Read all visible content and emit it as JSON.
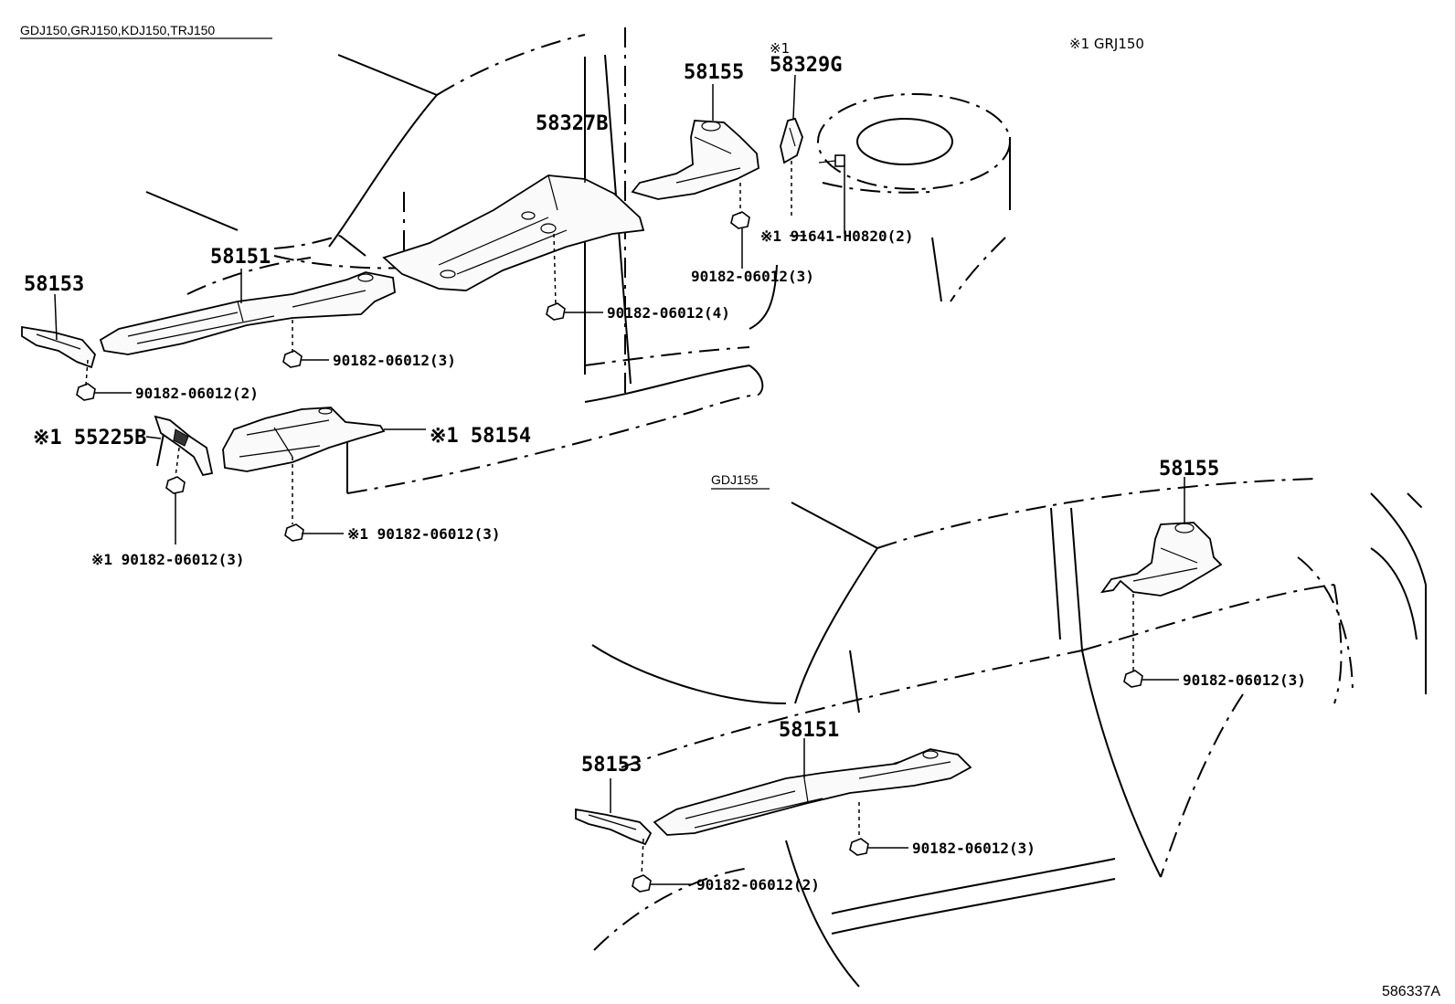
{
  "header": {
    "models_a": "GDJ150,GRJ150,KDJ150,TRJ150",
    "models_b": "GDJ155",
    "note": "※1 GRJ150",
    "figure_id": "586337A"
  },
  "group_a": {
    "p58153": "58153",
    "p58151": "58151",
    "p58327b": "58327B",
    "p58155": "58155",
    "p58329g_mark": "※1",
    "p58329g": "58329G",
    "bolt_91641": "※1 91641-H0820(2)",
    "nut_58155": "90182-06012(3)",
    "nut_58327b": "90182-06012(4)",
    "nut_58151": "90182-06012(3)",
    "nut_58153": "90182-06012(2)",
    "p55225b": "※1 55225B",
    "p58154": "※1 58154",
    "nut_58154": "※1 90182-06012(3)",
    "nut_55225b": "※1 90182-06012(3)"
  },
  "group_b": {
    "p58155": "58155",
    "nut_58155": "90182-06012(3)",
    "p58151": "58151",
    "p58153": "58153",
    "nut_58151": "90182-06012(3)",
    "nut_58153": "90182-06012(2)"
  }
}
